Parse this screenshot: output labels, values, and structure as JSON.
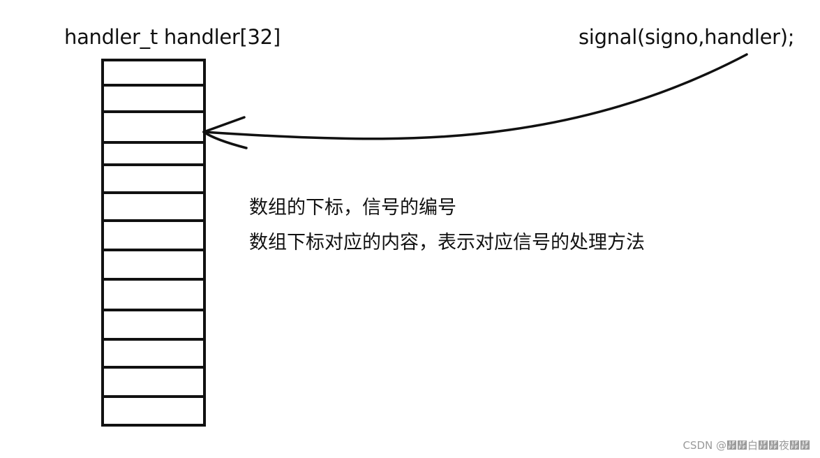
{
  "array_declaration": "handler_t handler[32]",
  "signal_call": "signal(signo,handler);",
  "descriptions": [
    "数组的下标，信号的编号",
    "数组下标对应的内容，表示对应信号的处理方法"
  ],
  "watermark": "CSDN @῿῿白῿῿夜῿῿",
  "array_slot_count": 13,
  "stroke_color": "#111111"
}
